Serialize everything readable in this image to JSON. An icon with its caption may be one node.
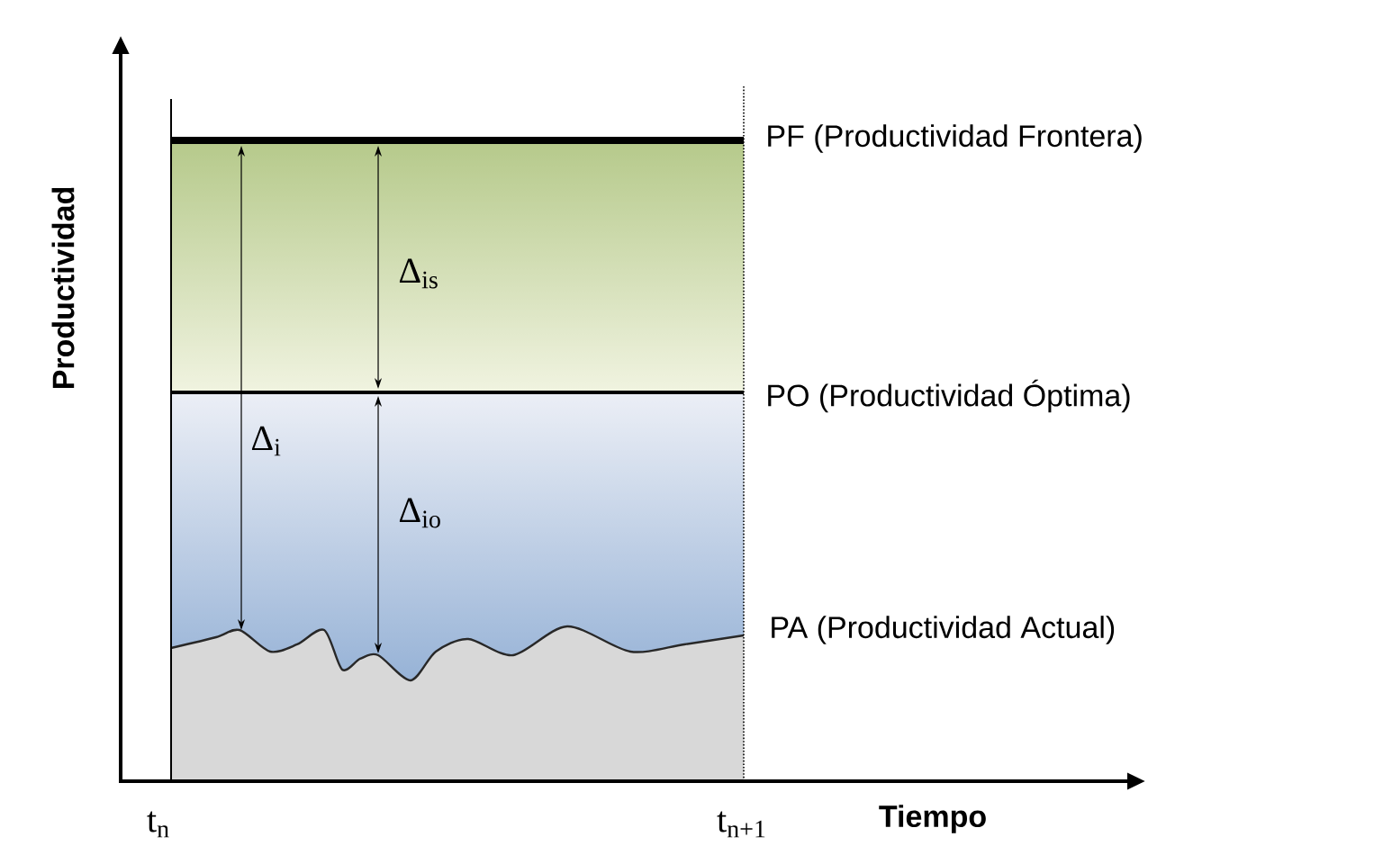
{
  "diagram": {
    "labels": [
      "Productividad",
      "PF (Productividad Frontera)",
      "Δ$_{is}$",
      "PO (Productividad Óptima)",
      "Δ$_{i}$",
      "Δ$_{io}$",
      "PA (Productividad Actual)",
      "t$_{n}$",
      "t$_{n+1}$",
      "Tiempo"
    ]
  }
}
